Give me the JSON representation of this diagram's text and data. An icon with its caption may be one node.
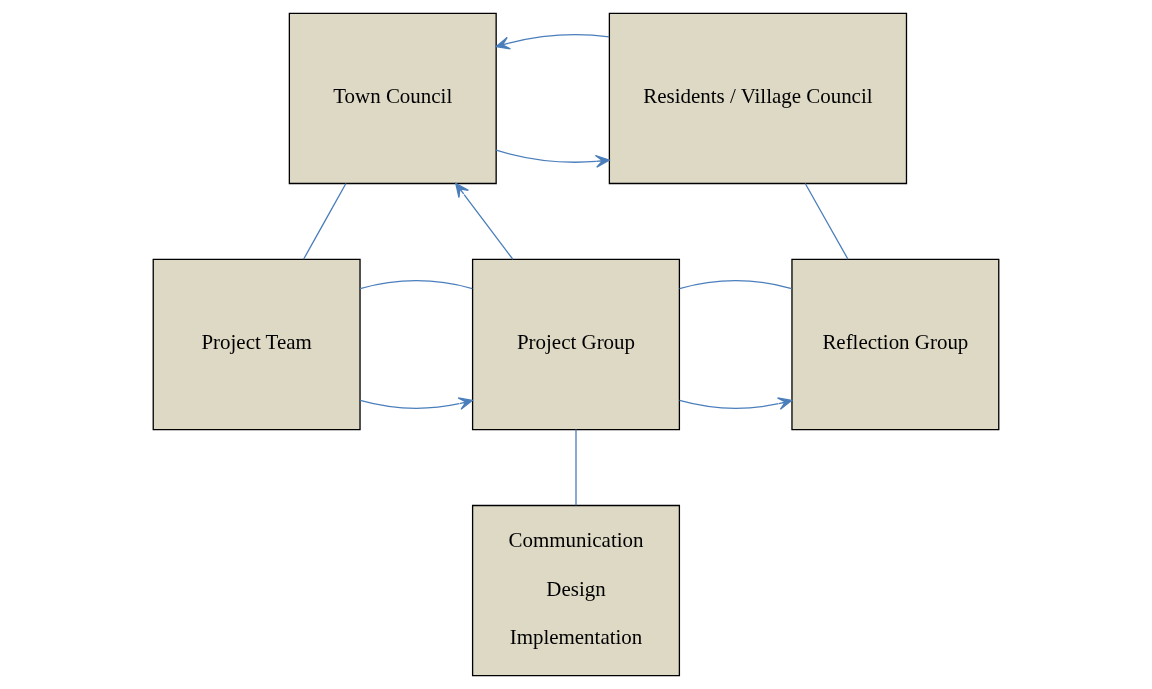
{
  "diagram": {
    "nodes": [
      {
        "text": [
          "Town Council"
        ]
      },
      {
        "text": [
          "Residents / Village Council"
        ]
      },
      {
        "text": [
          "Project Team"
        ]
      },
      {
        "text": [
          "Project Group"
        ]
      },
      {
        "text": [
          "Reflection Group"
        ]
      },
      {
        "text": [
          "Communication",
          "Design",
          "Implementation"
        ]
      }
    ],
    "edges": [
      {
        "from": 0,
        "to": 1,
        "arrow": "to"
      },
      {
        "from": 1,
        "to": 0,
        "arrow": "to"
      },
      {
        "from": 3,
        "to": 0,
        "arrow": "to"
      },
      {
        "from": 0,
        "to": 2,
        "arrow": "none"
      },
      {
        "from": 1,
        "to": 4,
        "arrow": "none"
      },
      {
        "from": 2,
        "to": 3,
        "arrow": "to"
      },
      {
        "from": 3,
        "to": 2,
        "arrow": "none"
      },
      {
        "from": 3,
        "to": 4,
        "arrow": "to"
      },
      {
        "from": 4,
        "to": 3,
        "arrow": "none"
      },
      {
        "from": 3,
        "to": 5,
        "arrow": "none"
      }
    ]
  }
}
